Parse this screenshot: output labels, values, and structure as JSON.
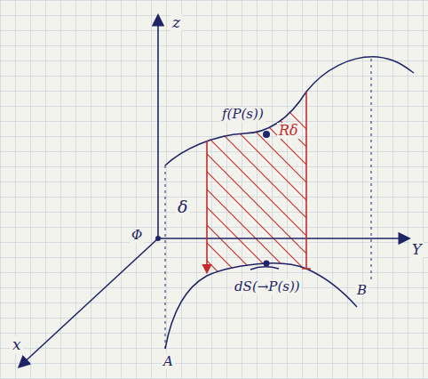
{
  "diagram": {
    "labels": [
      "z",
      "f(P(s))",
      "Rδ",
      "δ",
      "Φ",
      "Y",
      "dS(→P(s))",
      "B",
      "A",
      "x"
    ]
  }
}
